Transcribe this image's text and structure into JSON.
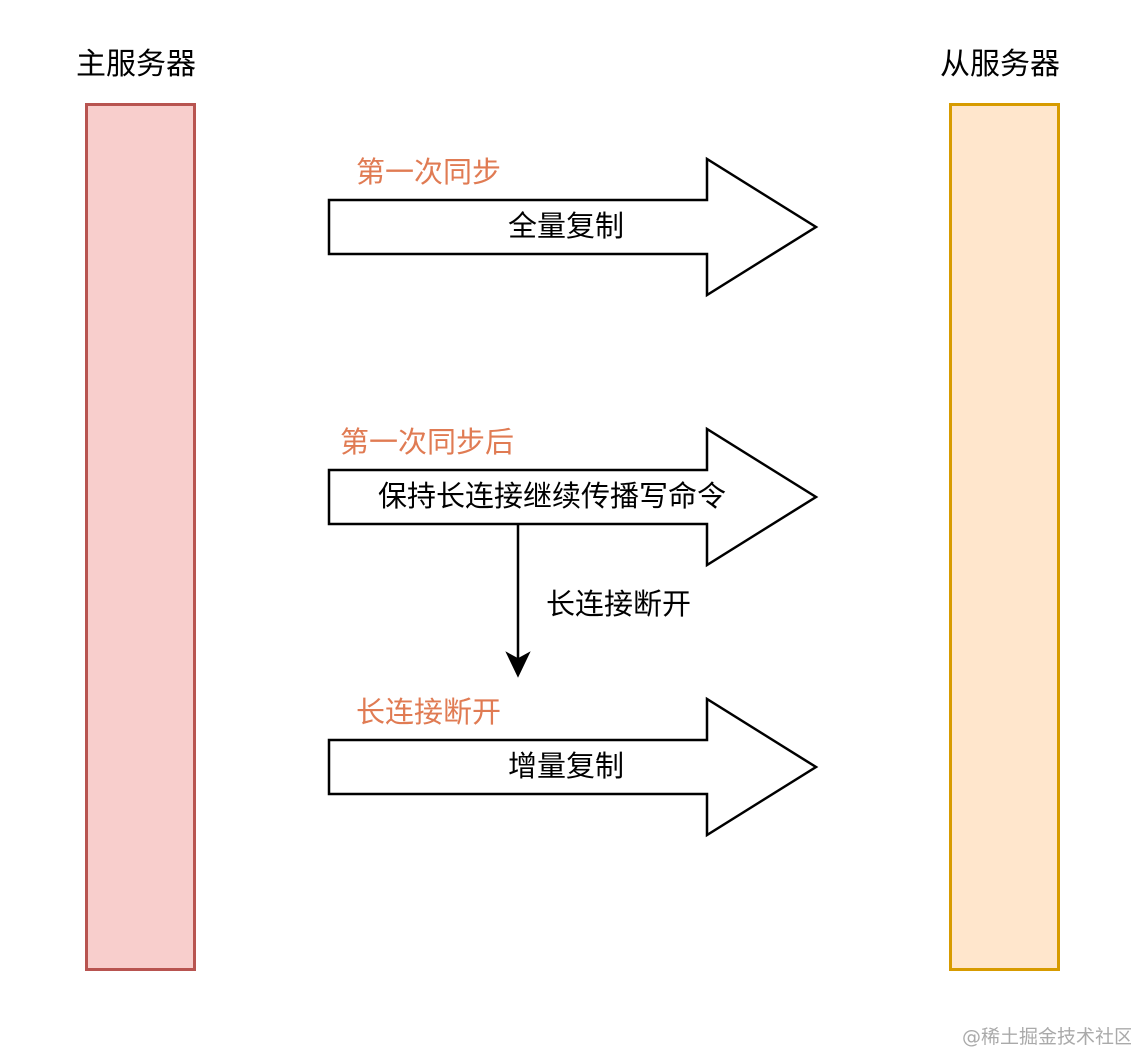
{
  "master": {
    "label": "主服务器",
    "fill": "#f8cecc",
    "stroke": "#b85450"
  },
  "slave": {
    "label": "从服务器",
    "fill": "#ffe6cc",
    "stroke": "#d79b00"
  },
  "steps": [
    {
      "label": "第一次同步",
      "arrow_text": "全量复制"
    },
    {
      "label": "第一次同步后",
      "arrow_text": "保持长连接继续传播写命令"
    },
    {
      "label": "长连接断开",
      "arrow_text": "增量复制"
    }
  ],
  "transition": {
    "label": "长连接断开"
  },
  "label_color": "#e07b53",
  "watermark": {
    "text": "@稀土掘金技术社区",
    "color": "#aaaaaa"
  }
}
